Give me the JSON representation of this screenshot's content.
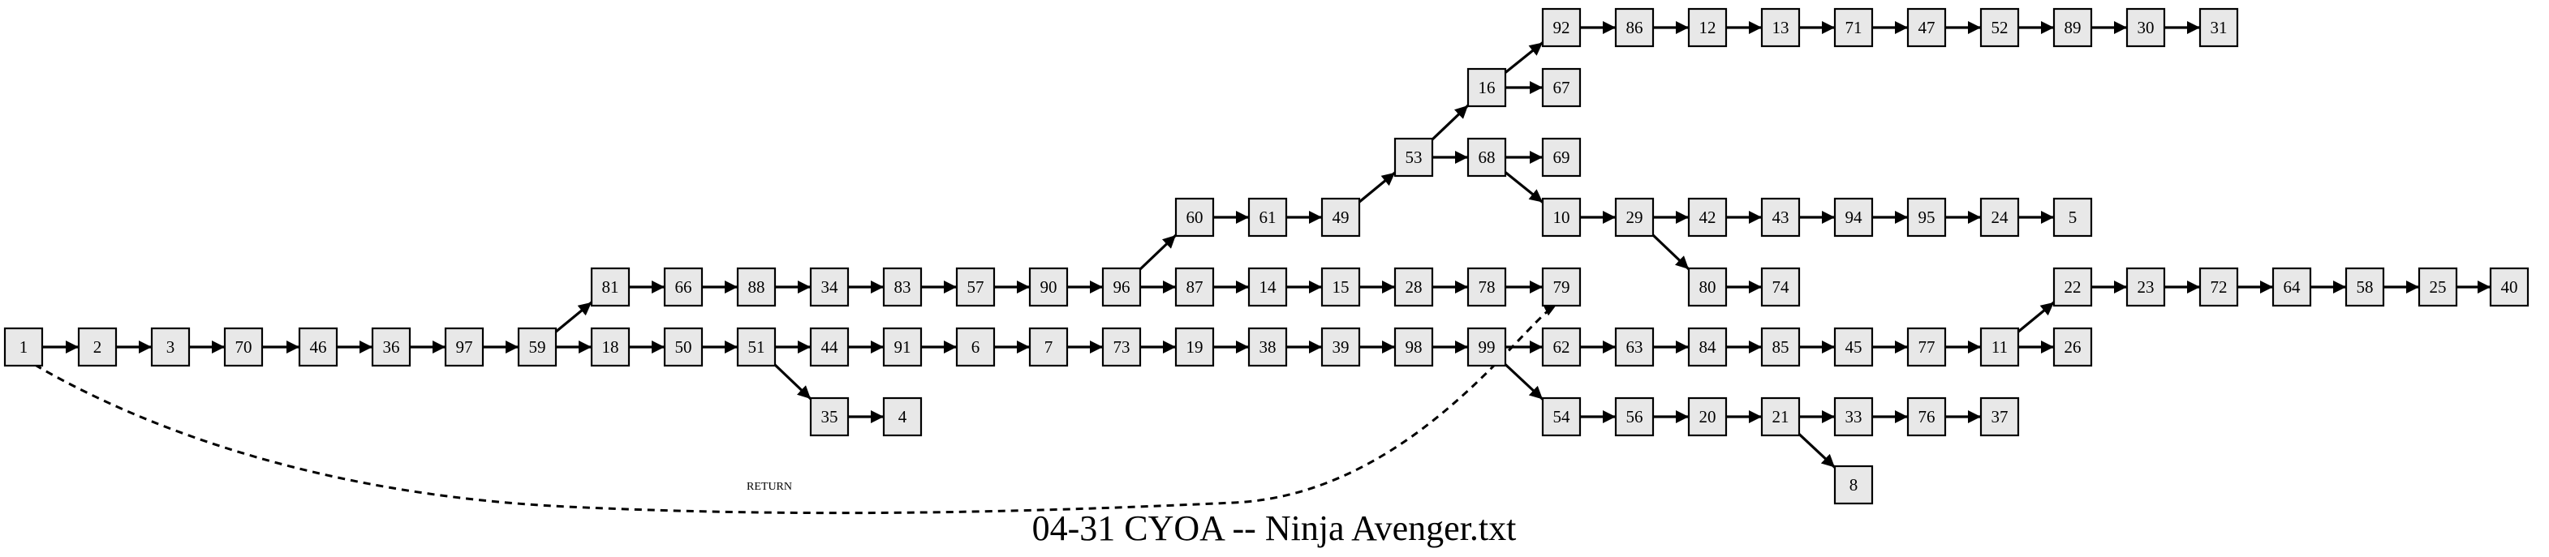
{
  "title": "04-31 CYOA -- Ninja Avenger.txt",
  "return_label": "RETURN",
  "nodes": [
    "1",
    "2",
    "3",
    "70",
    "46",
    "36",
    "97",
    "59",
    "81",
    "66",
    "88",
    "34",
    "83",
    "57",
    "90",
    "96",
    "60",
    "61",
    "49",
    "53",
    "16",
    "92",
    "86",
    "12",
    "13",
    "71",
    "47",
    "52",
    "89",
    "30",
    "31",
    "67",
    "68",
    "69",
    "10",
    "29",
    "42",
    "43",
    "94",
    "95",
    "24",
    "5",
    "80",
    "74",
    "87",
    "14",
    "15",
    "28",
    "78",
    "79",
    "18",
    "50",
    "51",
    "44",
    "91",
    "6",
    "7",
    "73",
    "19",
    "38",
    "39",
    "98",
    "99",
    "62",
    "63",
    "84",
    "85",
    "45",
    "77",
    "11",
    "22",
    "23",
    "72",
    "64",
    "58",
    "25",
    "40",
    "26",
    "54",
    "56",
    "20",
    "21",
    "33",
    "76",
    "37",
    "8",
    "35",
    "4"
  ],
  "edges": [
    [
      "1",
      "2"
    ],
    [
      "2",
      "3"
    ],
    [
      "3",
      "70"
    ],
    [
      "70",
      "46"
    ],
    [
      "46",
      "36"
    ],
    [
      "36",
      "97"
    ],
    [
      "97",
      "59"
    ],
    [
      "59",
      "81"
    ],
    [
      "59",
      "18"
    ],
    [
      "81",
      "66"
    ],
    [
      "66",
      "88"
    ],
    [
      "88",
      "34"
    ],
    [
      "34",
      "83"
    ],
    [
      "83",
      "57"
    ],
    [
      "57",
      "90"
    ],
    [
      "90",
      "96"
    ],
    [
      "96",
      "60"
    ],
    [
      "96",
      "87"
    ],
    [
      "60",
      "61"
    ],
    [
      "61",
      "49"
    ],
    [
      "49",
      "53"
    ],
    [
      "53",
      "16"
    ],
    [
      "53",
      "68"
    ],
    [
      "16",
      "92"
    ],
    [
      "16",
      "67"
    ],
    [
      "92",
      "86"
    ],
    [
      "86",
      "12"
    ],
    [
      "12",
      "13"
    ],
    [
      "13",
      "71"
    ],
    [
      "71",
      "47"
    ],
    [
      "47",
      "52"
    ],
    [
      "52",
      "89"
    ],
    [
      "89",
      "30"
    ],
    [
      "30",
      "31"
    ],
    [
      "68",
      "69"
    ],
    [
      "68",
      "10"
    ],
    [
      "10",
      "29"
    ],
    [
      "29",
      "42"
    ],
    [
      "29",
      "80"
    ],
    [
      "42",
      "43"
    ],
    [
      "43",
      "94"
    ],
    [
      "94",
      "95"
    ],
    [
      "95",
      "24"
    ],
    [
      "24",
      "5"
    ],
    [
      "80",
      "74"
    ],
    [
      "87",
      "14"
    ],
    [
      "14",
      "15"
    ],
    [
      "15",
      "28"
    ],
    [
      "28",
      "78"
    ],
    [
      "78",
      "79"
    ],
    [
      "18",
      "50"
    ],
    [
      "50",
      "51"
    ],
    [
      "51",
      "44"
    ],
    [
      "51",
      "35"
    ],
    [
      "35",
      "4"
    ],
    [
      "44",
      "91"
    ],
    [
      "91",
      "6"
    ],
    [
      "6",
      "7"
    ],
    [
      "7",
      "73"
    ],
    [
      "73",
      "19"
    ],
    [
      "19",
      "38"
    ],
    [
      "38",
      "39"
    ],
    [
      "39",
      "98"
    ],
    [
      "98",
      "99"
    ],
    [
      "99",
      "62"
    ],
    [
      "99",
      "54"
    ],
    [
      "62",
      "63"
    ],
    [
      "63",
      "84"
    ],
    [
      "84",
      "85"
    ],
    [
      "85",
      "45"
    ],
    [
      "45",
      "77"
    ],
    [
      "77",
      "11"
    ],
    [
      "11",
      "22"
    ],
    [
      "11",
      "26"
    ],
    [
      "22",
      "23"
    ],
    [
      "23",
      "72"
    ],
    [
      "72",
      "64"
    ],
    [
      "64",
      "58"
    ],
    [
      "58",
      "25"
    ],
    [
      "25",
      "40"
    ],
    [
      "54",
      "56"
    ],
    [
      "56",
      "20"
    ],
    [
      "20",
      "21"
    ],
    [
      "21",
      "33"
    ],
    [
      "21",
      "8"
    ],
    [
      "33",
      "76"
    ],
    [
      "76",
      "37"
    ]
  ],
  "return_edge": [
    "1",
    "79"
  ]
}
